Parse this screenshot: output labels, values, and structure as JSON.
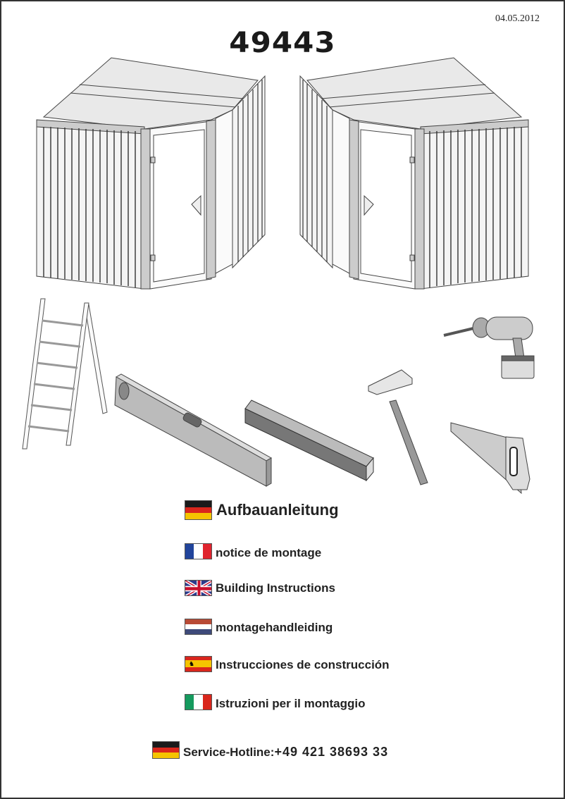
{
  "header": {
    "date": "04.05.2012",
    "model_number": "49443"
  },
  "languages": [
    {
      "flag": "germany-flag",
      "label": "Aufbauanleitung"
    },
    {
      "flag": "france-flag",
      "label": "notice de montage"
    },
    {
      "flag": "uk-flag",
      "label": "Building Instructions"
    },
    {
      "flag": "netherlands-flag",
      "label": "montagehandleiding"
    },
    {
      "flag": "spain-flag",
      "label": "Instrucciones de construcción"
    },
    {
      "flag": "italy-flag",
      "label": "Istruzioni per il montaggio"
    }
  ],
  "hotline": {
    "label": "Service-Hotline:",
    "number": "+49 421 38693 33"
  },
  "colors": {
    "de_black": "#1a1a1a",
    "de_red": "#d9261c",
    "de_gold": "#f5c400",
    "fr_blue": "#21449b",
    "nl_red": "#b84a35",
    "nl_blue": "#3e4a7a",
    "it_green": "#159a5e"
  }
}
